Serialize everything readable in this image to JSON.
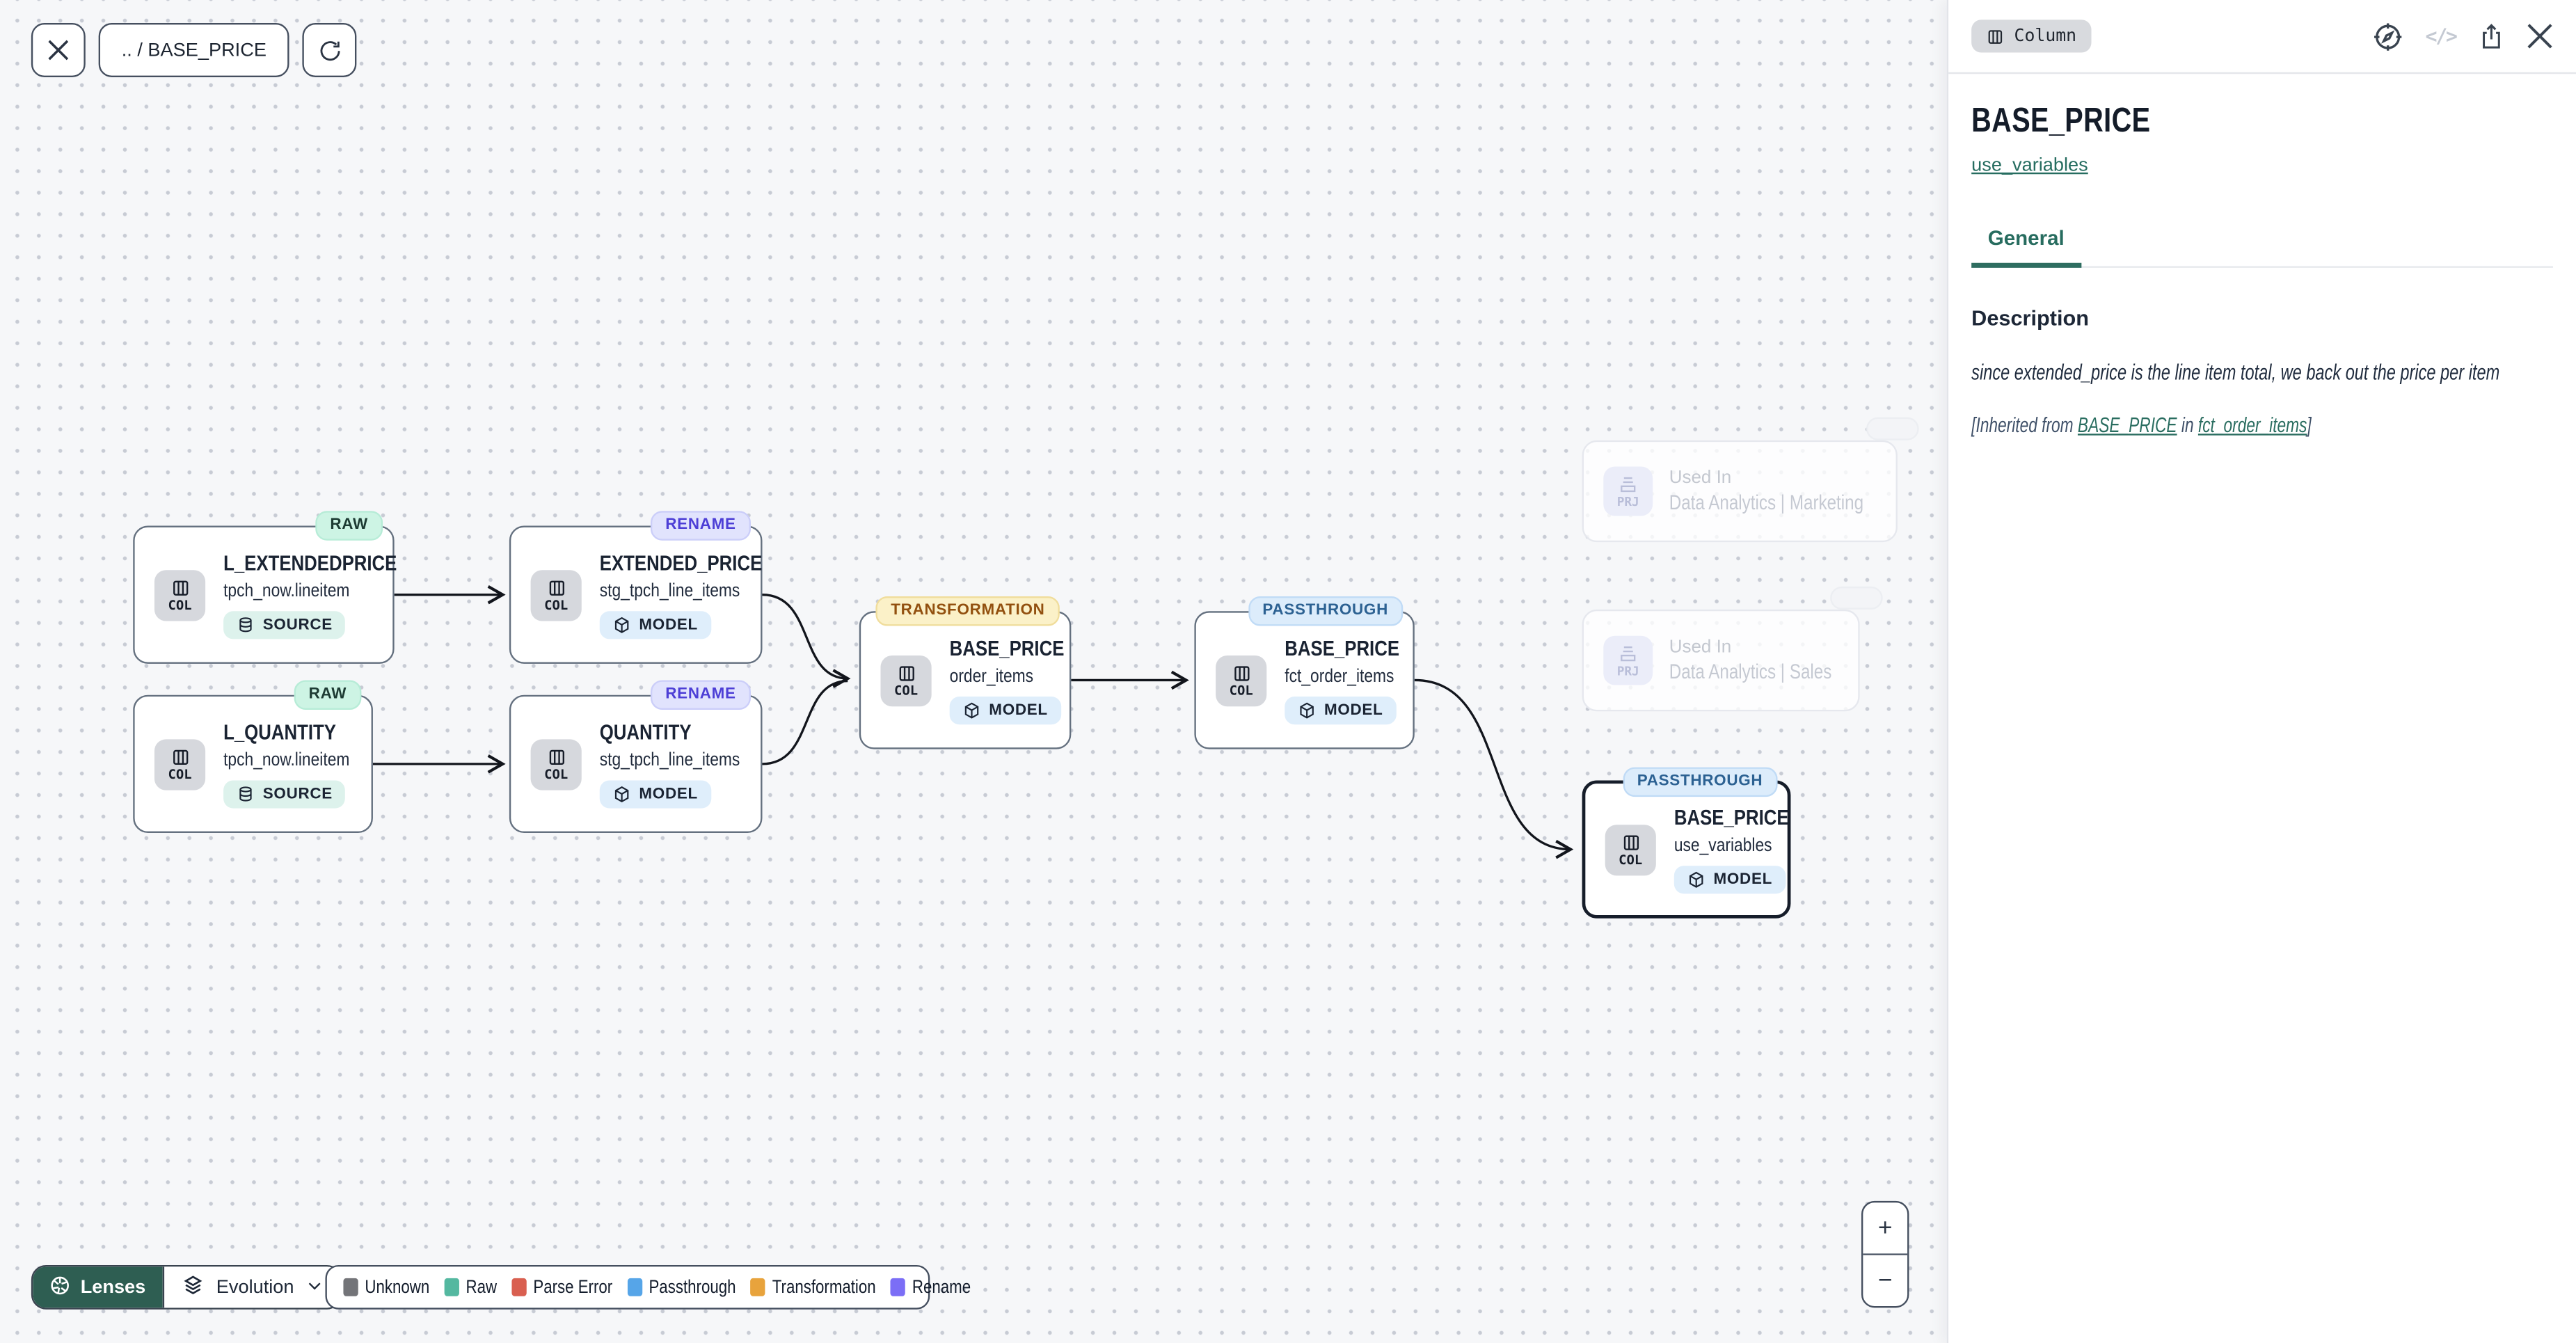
{
  "toolbar": {
    "breadcrumb": ".. / BASE_PRICE"
  },
  "canvas": {
    "nodes": [
      {
        "badge": "RAW",
        "icon_label": "COL",
        "title": "L_EXTENDEDPRICE",
        "subtitle": "tpch_now.lineitem",
        "type_label": "SOURCE"
      },
      {
        "badge": "RENAME",
        "icon_label": "COL",
        "title": "EXTENDED_PRICE",
        "subtitle": "stg_tpch_line_items",
        "type_label": "MODEL"
      },
      {
        "badge": "RAW",
        "icon_label": "COL",
        "title": "L_QUANTITY",
        "subtitle": "tpch_now.lineitem",
        "type_label": "SOURCE"
      },
      {
        "badge": "RENAME",
        "icon_label": "COL",
        "title": "QUANTITY",
        "subtitle": "stg_tpch_line_items",
        "type_label": "MODEL"
      },
      {
        "badge": "TRANSFORMATION",
        "icon_label": "COL",
        "title": "BASE_PRICE",
        "subtitle": "order_items",
        "type_label": "MODEL"
      },
      {
        "badge": "PASSTHROUGH",
        "icon_label": "COL",
        "title": "BASE_PRICE",
        "subtitle": "fct_order_items",
        "type_label": "MODEL"
      },
      {
        "badge": "PASSTHROUGH",
        "icon_label": "COL",
        "title": "BASE_PRICE",
        "subtitle": "use_variables",
        "type_label": "MODEL"
      }
    ],
    "used_in": [
      {
        "icon_label": "PRJ",
        "label": "Used In",
        "name": "Data Analytics | Marketing"
      },
      {
        "icon_label": "PRJ",
        "label": "Used In",
        "name": "Data Analytics | Sales"
      }
    ]
  },
  "footer": {
    "lenses_label": "Lenses",
    "lens_mode": "Evolution",
    "legend": {
      "items": [
        {
          "label": "Unknown",
          "color": "#737478"
        },
        {
          "label": "Raw",
          "color": "#54b8a0"
        },
        {
          "label": "Parse Error",
          "color": "#d95f50"
        },
        {
          "label": "Passthrough",
          "color": "#56a5e8"
        },
        {
          "label": "Transformation",
          "color": "#e8a33c"
        },
        {
          "label": "Rename",
          "color": "#7b6ef6"
        }
      ]
    }
  },
  "zoom_controls": {
    "zoom_in": "+",
    "zoom_out": "−"
  },
  "panel": {
    "type_badge": "Column",
    "code_icon_glyph": "</>",
    "title": "BASE_PRICE",
    "model_link": "use_variables",
    "tabs": [
      {
        "label": "General"
      }
    ],
    "description_heading": "Description",
    "description": "since extended_price is the line item total, we back out the price per item",
    "inherited": {
      "prefix": "[Inherited from ",
      "link_column": "BASE_PRICE",
      "middle": " in ",
      "link_model": "fct_order_items",
      "suffix": "]"
    }
  }
}
